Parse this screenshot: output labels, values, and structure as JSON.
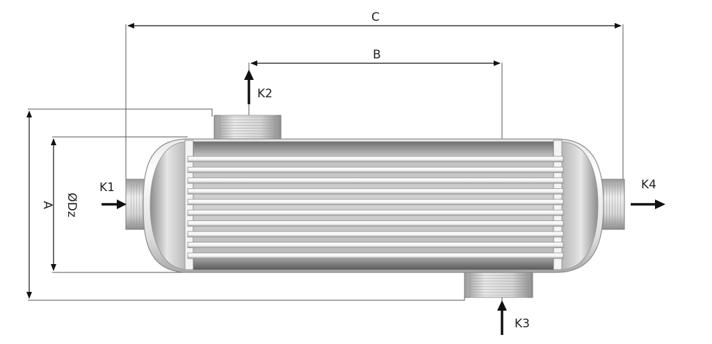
{
  "dimensions": {
    "A": "A",
    "B": "B",
    "C": "C",
    "Dz": "ØDz"
  },
  "ports": {
    "K1": "K1",
    "K2": "K2",
    "K3": "K3",
    "K4": "K4"
  },
  "tube_count": 10
}
